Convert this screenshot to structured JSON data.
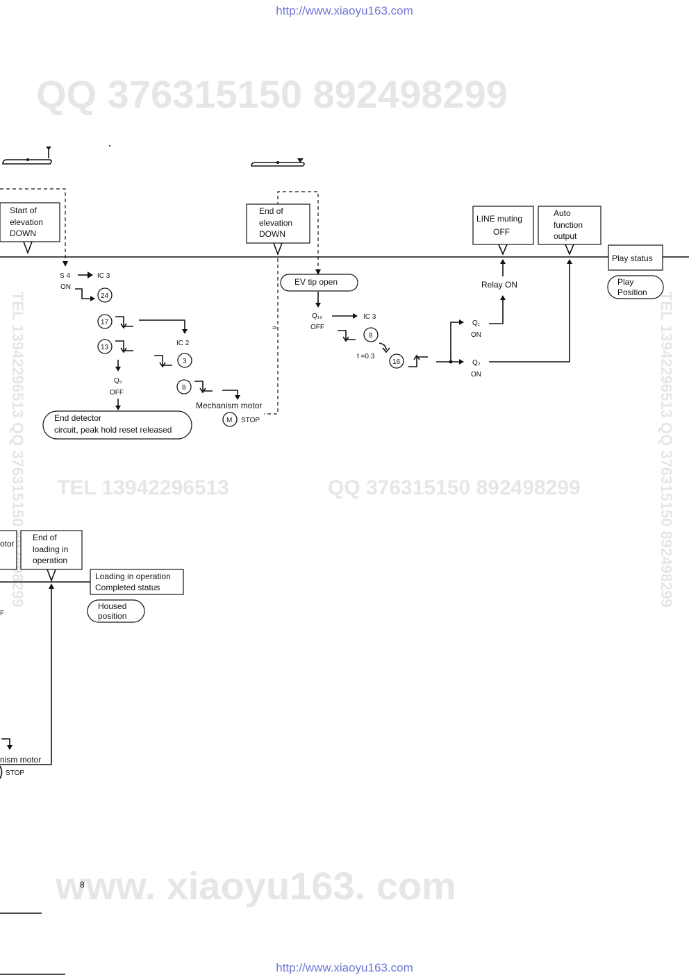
{
  "header": {
    "url_top": "http://www.xiaoyu163.com",
    "url_bottom": "http://www.xiaoyu163.com"
  },
  "watermarks": {
    "qq_top": "QQ 376315150    892498299",
    "mid_tel": "TEL  13942296513",
    "mid_qq": "QQ  376315150  892498299",
    "right_vertical": "TEL 13942296513  QQ 376315150  892498299",
    "left_vertical": "TEL 13942296513  QQ 376315150  892498299",
    "bottom": "www. xiaoyu163. com"
  },
  "boxes": {
    "start_elevation": [
      "Start of",
      "elevation",
      "DOWN"
    ],
    "end_elevation": [
      "End of",
      "elevation",
      "DOWN"
    ],
    "line_muting": [
      "LINE muting",
      "OFF"
    ],
    "auto_function": [
      "Auto",
      "function",
      "output"
    ],
    "play_status": "Play status",
    "play_position": [
      "Play",
      "Position"
    ],
    "ev_tip_open": "EV tip open",
    "end_detector": [
      "End detector",
      "circuit, peak hold reset released"
    ],
    "motor_partial": "otor",
    "end_loading": [
      "End of",
      "loading in",
      "operation"
    ],
    "loading_completed": [
      "Loading in operation",
      "Completed status"
    ],
    "housed_position": [
      "Housed",
      "position"
    ]
  },
  "labels": {
    "s4": "S 4",
    "s4_on": "ON",
    "ic3_a": "IC 3",
    "ic2": "IC 2",
    "q9": "Q₉",
    "q9_off": "OFF",
    "mechanism_motor": "Mechanism motor",
    "motor_m": "M",
    "stop": "STOP",
    "q10": "Q₁₀",
    "q10_off": "OFF",
    "ic3_b": "IC 3",
    "t_eq": "t =0.3",
    "relay_on": "Relay ON",
    "q1": "Q₁",
    "q1_on": "ON",
    "q2": "Q₂",
    "q2_on": "ON",
    "approx": "≈",
    "mech_motor_partial": "nism motor",
    "stop_b": "STOP",
    "f_partial": "F",
    "page_number": "8"
  },
  "circled": {
    "c24": "24",
    "c17": "17",
    "c13": "13",
    "c3": "3",
    "c8a": "8",
    "c8b": "8",
    "c16": "16"
  }
}
